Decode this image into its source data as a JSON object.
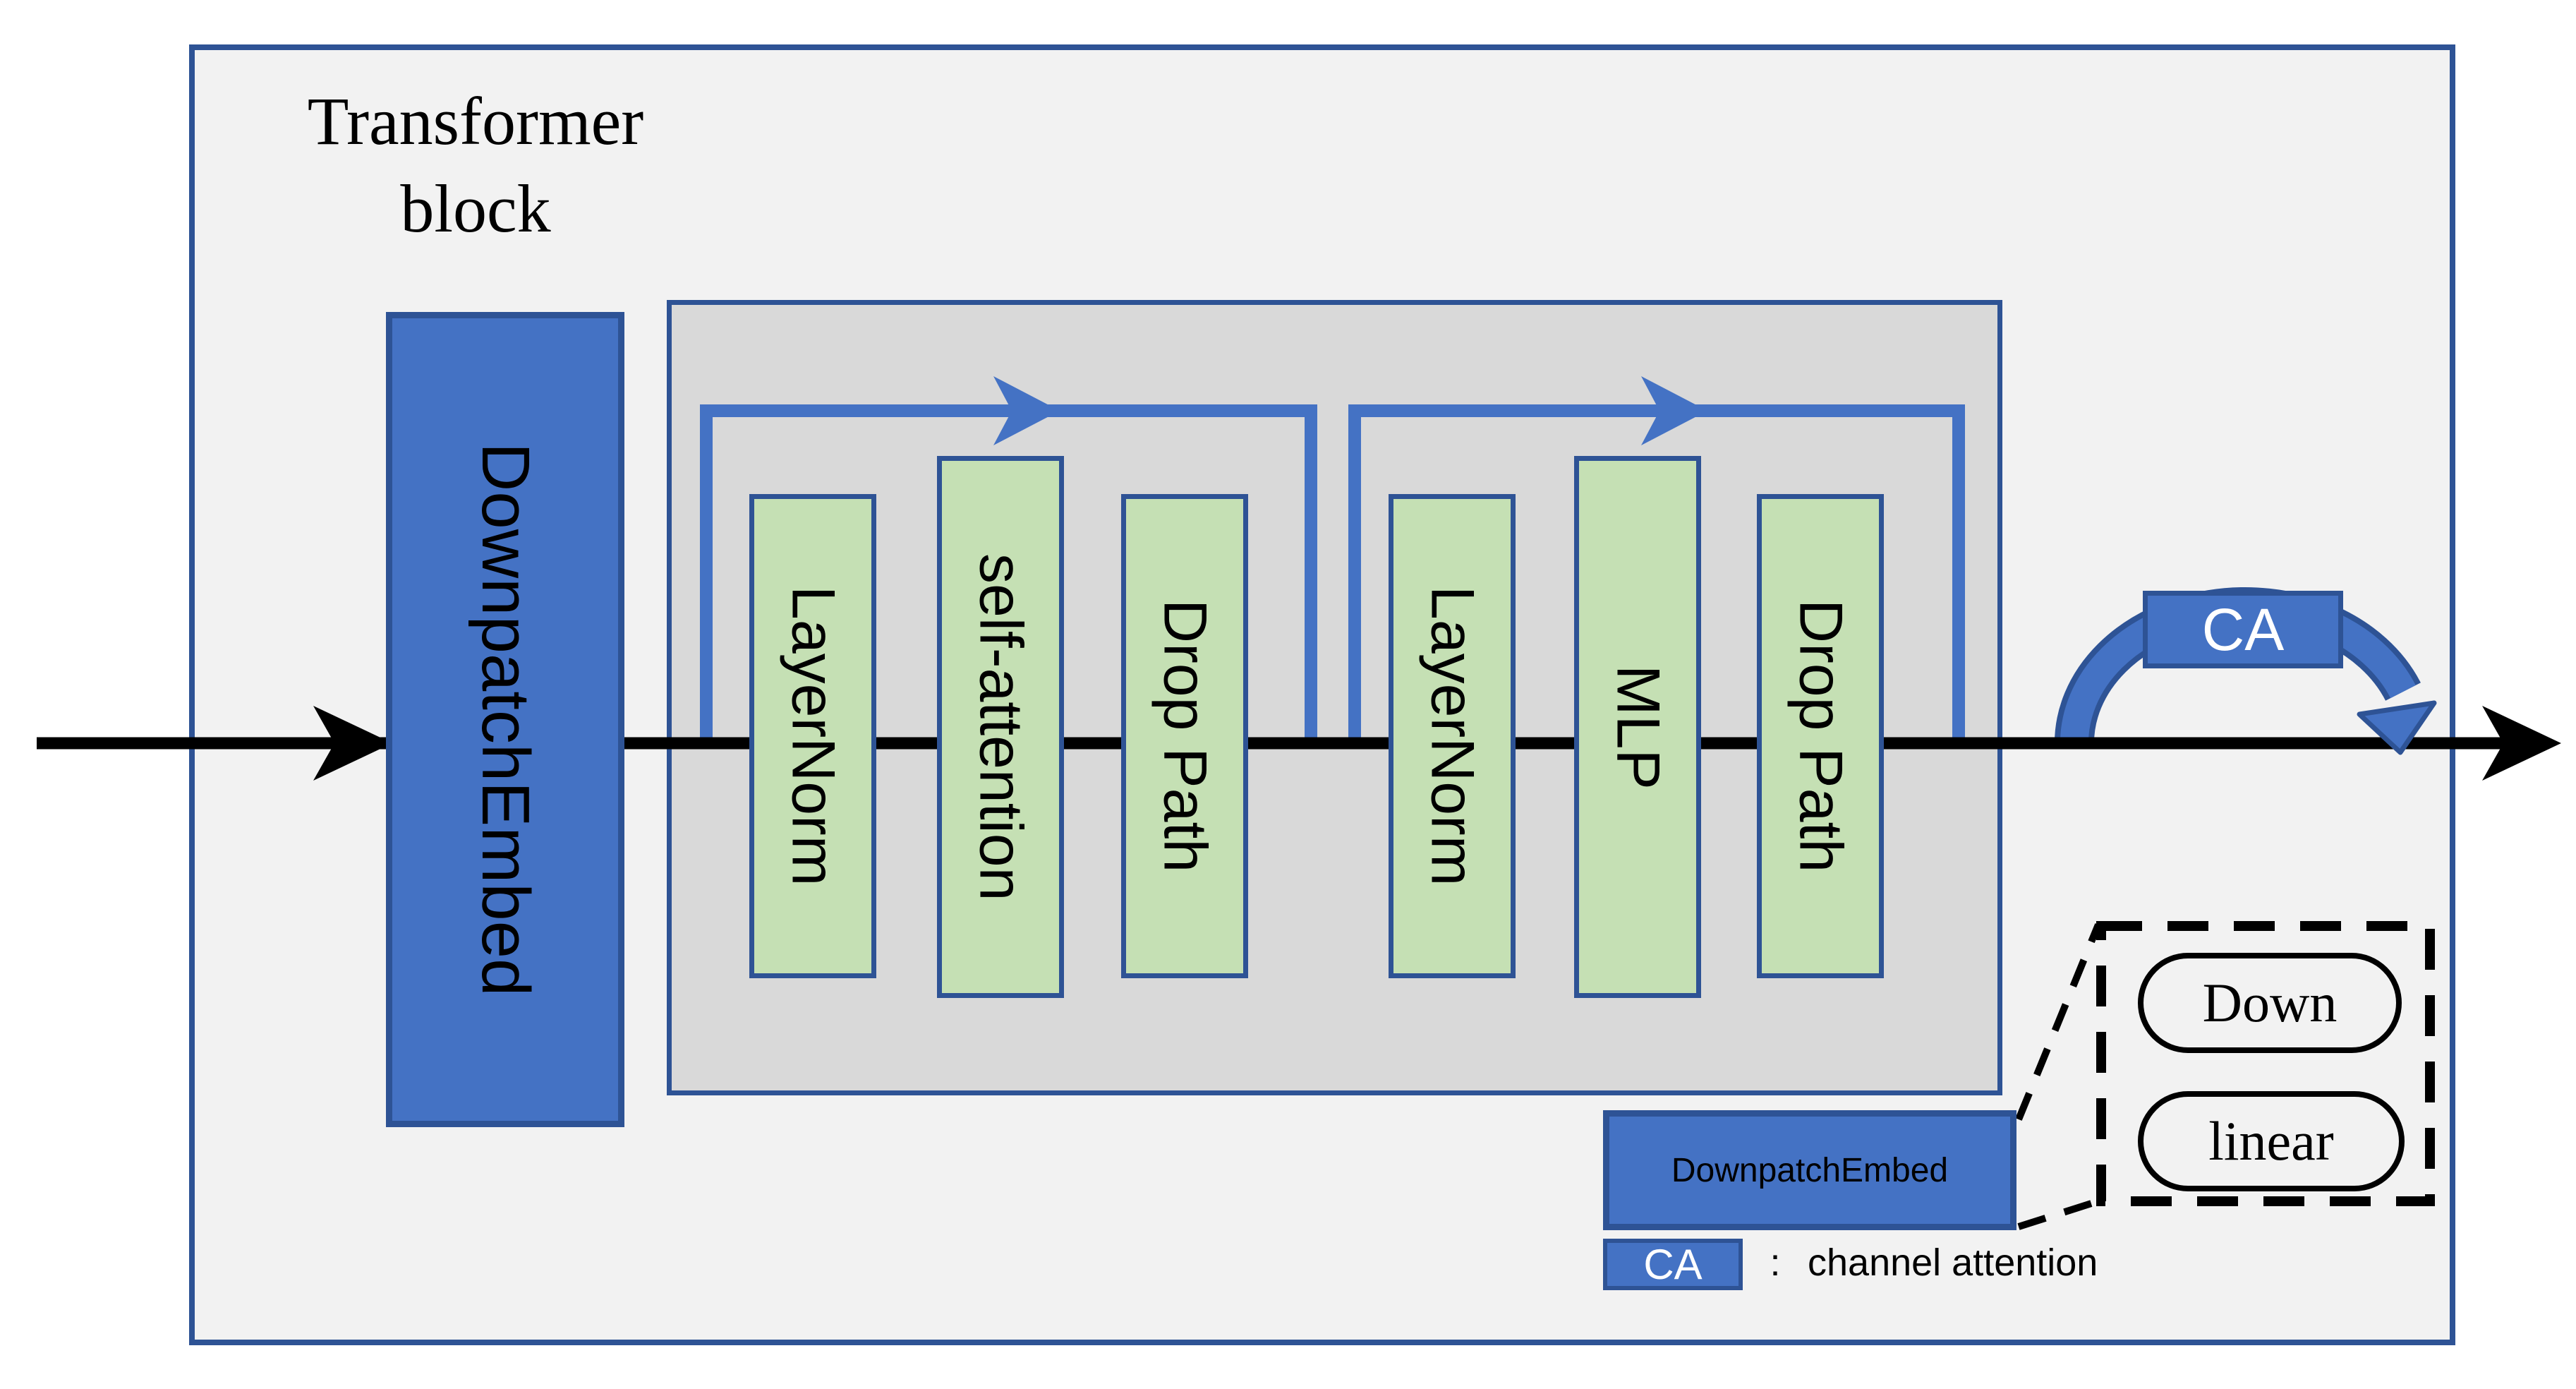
{
  "diagram": {
    "title": {
      "line1": "Transformer",
      "line2": "block"
    },
    "input_stage": {
      "label": "DownpatchEmbed"
    },
    "blocks": [
      "LayerNorm",
      "self-attention",
      "Drop Path",
      "LayerNorm",
      "MLP",
      "Drop Path"
    ],
    "ca_module": {
      "label": "CA"
    }
  },
  "legend": {
    "downpatch_embed": {
      "label": "DownpatchEmbed"
    },
    "expansion": {
      "down_label": "Down",
      "linear_label": "linear"
    },
    "ca_entry": {
      "key": "CA",
      "separator": ":",
      "description": "channel attention"
    }
  },
  "colors": {
    "blue_fill": "#4472C4",
    "dark_blue_border": "#2E5395",
    "green_fill": "#C5E0B4",
    "inner_gray_fill": "#D9D9D9",
    "panel_fill": "#F2F2F2",
    "line_color": "#000000"
  }
}
